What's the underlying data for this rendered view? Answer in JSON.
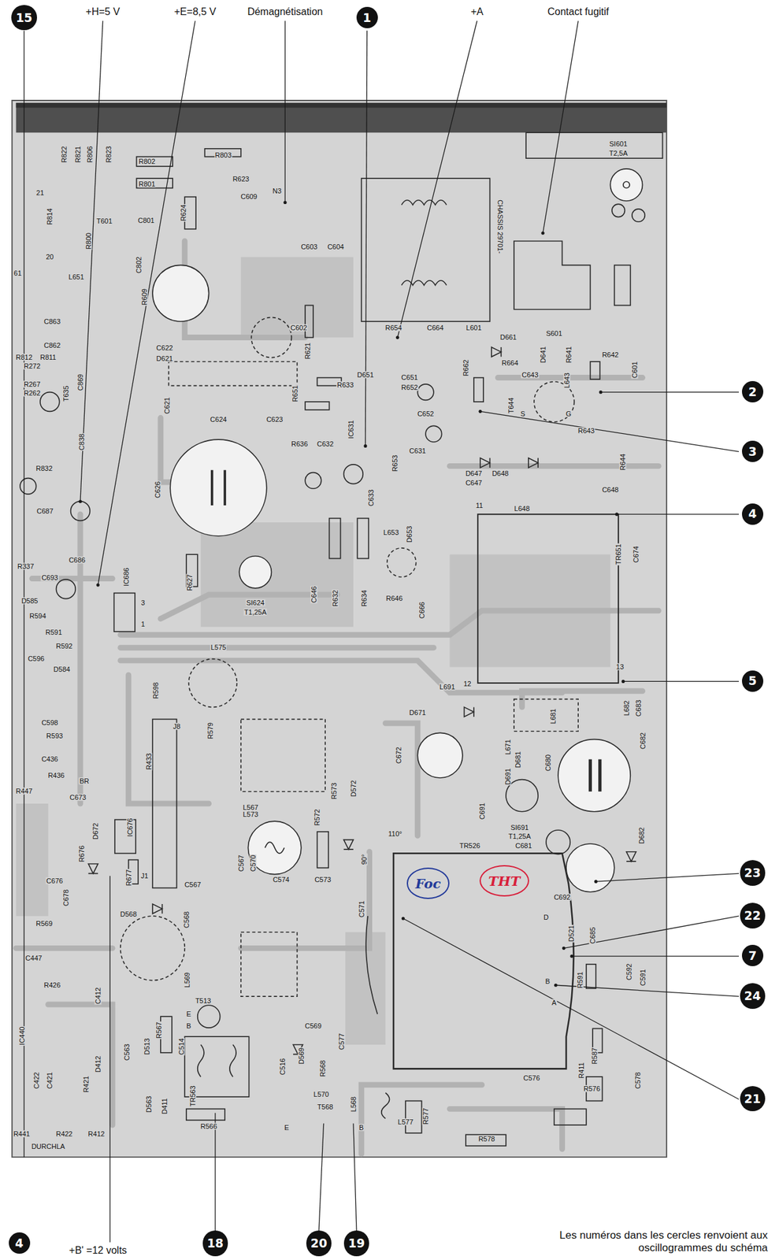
{
  "diagram": {
    "caption": "Les numéros dans les cercles renvoient aux oscillogrammes du schéma",
    "nodes": [
      {
        "text": [
          "15"
        ]
      },
      {
        "text": [
          "1"
        ]
      },
      {
        "text": [
          "2"
        ]
      },
      {
        "text": [
          "3"
        ]
      },
      {
        "text": [
          "4"
        ]
      },
      {
        "text": [
          "5"
        ]
      },
      {
        "text": [
          "23"
        ]
      },
      {
        "text": [
          "Foc"
        ]
      },
      {
        "text": [
          "THT"
        ]
      },
      {
        "text": [
          "22"
        ]
      },
      {
        "text": [
          "7"
        ]
      },
      {
        "text": [
          "24"
        ]
      },
      {
        "text": [
          "21"
        ]
      },
      {
        "text": [
          "4"
        ]
      },
      {
        "text": [
          "18"
        ]
      },
      {
        "text": [
          "20"
        ]
      },
      {
        "text": [
          "19"
        ]
      }
    ],
    "labels": [
      "+H=5 V",
      "+E=8,5 V",
      "Démagnétisation",
      "+A",
      "Contact fugitif",
      "+B' =12 volts",
      "SI601",
      "T2,5A",
      "R803",
      "R802",
      "R801",
      "R623",
      "C609",
      "N3",
      "C603",
      "C604",
      "R624",
      "C801",
      "T601",
      "R822",
      "R821",
      "R806",
      "R823",
      "R814",
      "R800",
      "C802",
      "R609",
      "L651",
      "21",
      "20",
      "61",
      "C863",
      "C862",
      "R812",
      "R811",
      "R272",
      "C622",
      "D621",
      "C602",
      "R621",
      "R651",
      "C621",
      "C624",
      "C623",
      "R267",
      "R262",
      "T635",
      "C869",
      "C838",
      "R832",
      "C687",
      "C686",
      "C693",
      "R337",
      "C626",
      "R636",
      "C632",
      "IC631",
      "R633",
      "D651",
      "C651",
      "R652",
      "C652",
      "R654",
      "C664",
      "L601",
      "S601",
      "D661",
      "R664",
      "R662",
      "D641",
      "R641",
      "L643",
      "R642",
      "C601",
      "C643",
      "T644",
      "S",
      "G",
      "R643",
      "R653",
      "C631",
      "D647",
      "D648",
      "C647",
      "R644",
      "C648",
      "L648",
      "11",
      "C633",
      "L653",
      "D653",
      "R627",
      "C646",
      "R632",
      "R634",
      "R646",
      "C666",
      "SI624",
      "T1,25A",
      "TR651",
      "C674",
      "13",
      "12",
      "IC686",
      "3",
      "1",
      "D585",
      "R594",
      "R591",
      "R592",
      "C596",
      "D584",
      "L575",
      "R598",
      "J8",
      "R579",
      "R433",
      "C598",
      "R593",
      "C436",
      "R436",
      "BR",
      "C673",
      "R447",
      "D672",
      "IC676",
      "R676",
      "C676",
      "C678",
      "R677",
      "J1",
      "C567",
      "D568",
      "C568",
      "L569",
      "R569",
      "C447",
      "R426",
      "L567",
      "L573",
      "R573",
      "D572",
      "R572",
      "C567",
      "C570",
      "C574",
      "C573",
      "C571",
      "110°",
      "90°",
      "L691",
      "D671",
      "C672",
      "L671",
      "L681",
      "D681",
      "C680",
      "D691",
      "C691",
      "SI691",
      "T1,25A",
      "C681",
      "L682",
      "C683",
      "C682",
      "D682",
      "TR526",
      "C692",
      "D521",
      "C685",
      "D",
      "B",
      "A",
      "R591",
      "C592",
      "C591",
      "R587",
      "R411",
      "R576",
      "C578",
      "C576",
      "R578",
      "L577",
      "R577",
      "L568",
      "T568",
      "L570",
      "E",
      "B",
      "C577",
      "C569",
      "D569",
      "R568",
      "C516",
      "T513",
      "E",
      "B",
      "R567",
      "C514",
      "D513",
      "TR563",
      "R566",
      "C563",
      "D563",
      "D411",
      "C412",
      "D412",
      "R421",
      "IC440",
      "C422",
      "C421",
      "R441",
      "R422",
      "R412",
      "DURCHLA",
      "CHASSIS 29701-"
    ]
  }
}
